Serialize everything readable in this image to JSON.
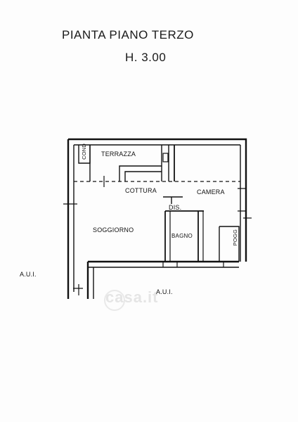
{
  "title": "PIANTA PIANO TERZO",
  "height_label": "H. 3.00",
  "rooms": {
    "terrazza": "TERRAZZA",
    "cond": "COND",
    "cottura": "COTTURA",
    "camera": "CAMERA",
    "dis": "DIS.",
    "soggiorno": "SOGGIORNO",
    "bagno": "BAGNO",
    "pogg": "POGG"
  },
  "neighbors": {
    "left": "A.U.I.",
    "bottom": "A.U.I."
  },
  "watermark": "casa.it",
  "colors": {
    "wall": "#111111",
    "paper": "#fdfdfd"
  }
}
